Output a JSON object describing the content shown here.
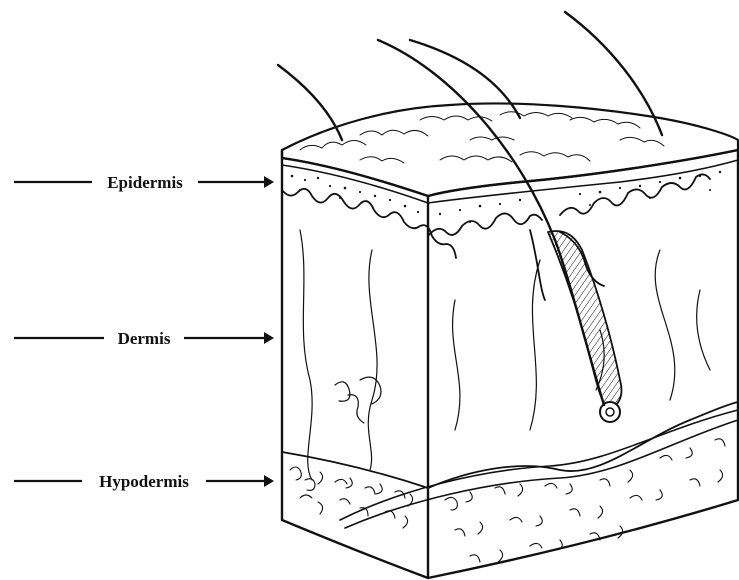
{
  "labels": {
    "epidermis": "Epidermis",
    "dermis": "Dermis",
    "hypodermis": "Hypodermis"
  },
  "colors": {
    "ink": "#111111",
    "background": "#ffffff"
  }
}
